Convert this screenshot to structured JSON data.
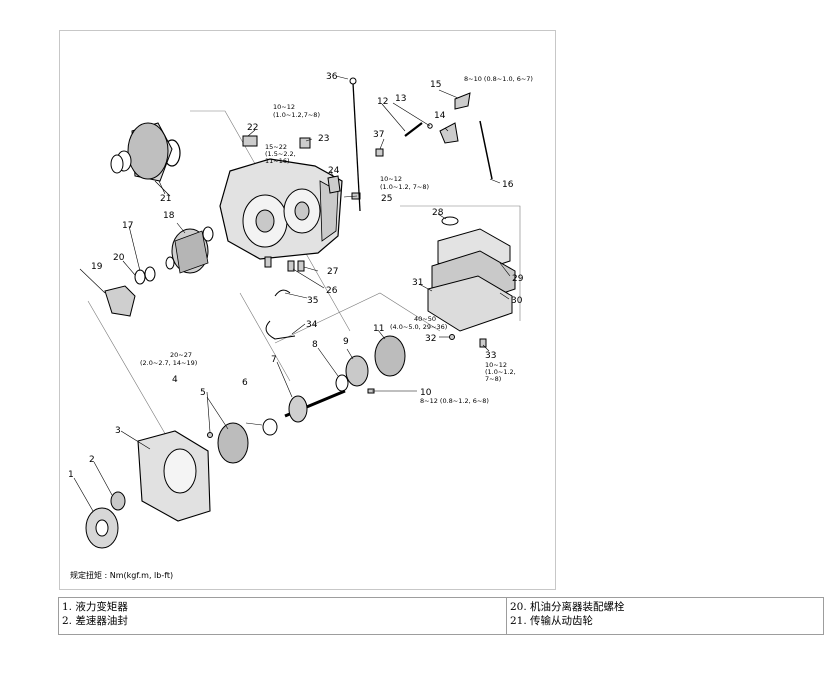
{
  "footnote": "规定扭矩 : Nm(kgf.m, lb-ft)",
  "callouts": {
    "c1": "1",
    "c2": "2",
    "c3": "3",
    "c4": "4",
    "c5": "5",
    "c6": "6",
    "c7": "7",
    "c8": "8",
    "c9": "9",
    "c10": "10",
    "c11": "11",
    "c12": "12",
    "c13": "13",
    "c14": "14",
    "c15": "15",
    "c16": "16",
    "c17": "17",
    "c18": "18",
    "c19": "19",
    "c20": "20",
    "c21": "21",
    "c22": "22",
    "c23": "23",
    "c24": "24",
    "c25": "25",
    "c26": "26",
    "c27": "27",
    "c28": "28",
    "c29": "29",
    "c30": "30",
    "c31": "31",
    "c32": "32",
    "c33": "33",
    "c34": "34",
    "c35": "35",
    "c36": "36",
    "c37": "37"
  },
  "torque_specs": {
    "t15": "8~10 (0.8~1.0, 6~7)",
    "t22_a": "10~12",
    "t22_b": "(1.0~1.2,7~8)",
    "t23_a": "15~22",
    "t23_b": "(1.5~2.2,",
    "t23_c": "11~16)",
    "t25_a": "10~12",
    "t25_b": "(1.0~1.2, 7~8)",
    "t4_a": "20~27",
    "t4_b": "(2.0~2.7, 14~19)",
    "t10": "8~12 (0.8~1.2, 6~8)",
    "t11_a": "40~50",
    "t11_b": "(4.0~5.0, 29~36)",
    "t33_a": "10~12",
    "t33_b": "(1.0~1.2,",
    "t33_c": "7~8)"
  },
  "legend": {
    "left": [
      "1. 液力变矩器",
      "2. 差速器油封"
    ],
    "right": [
      "20. 机油分离器装配螺栓",
      "21. 传输从动齿轮"
    ]
  }
}
